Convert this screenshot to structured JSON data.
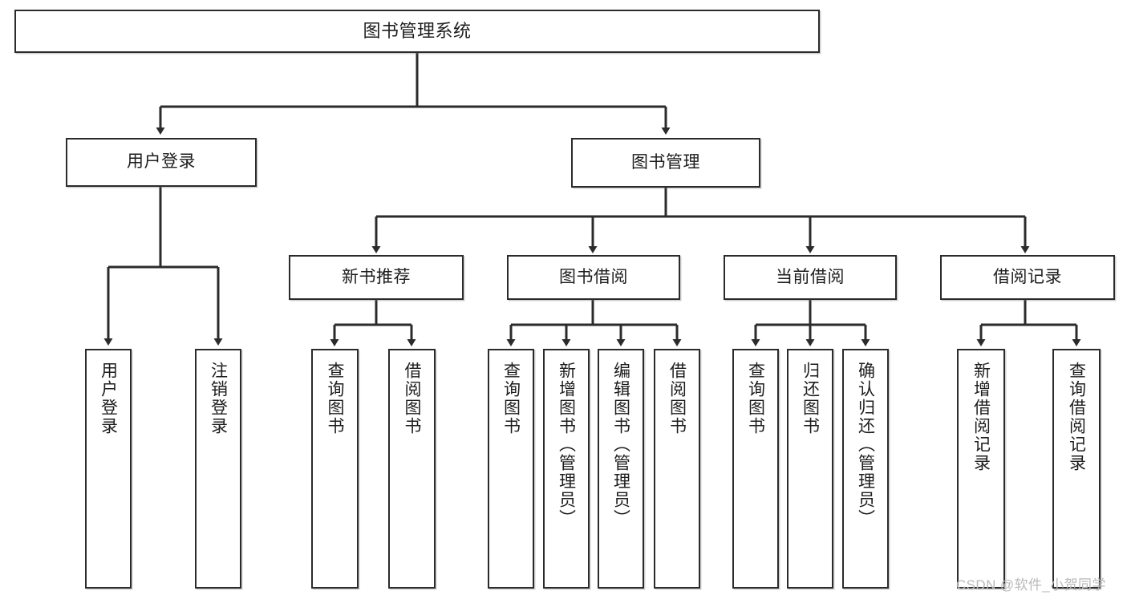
{
  "diagram": {
    "title": "图书管理系统",
    "type": "tree",
    "root": {
      "label": "图书管理系统"
    },
    "level1": [
      {
        "label": "用户登录"
      },
      {
        "label": "图书管理"
      }
    ],
    "level2": [
      {
        "label": "新书推荐"
      },
      {
        "label": "图书借阅"
      },
      {
        "label": "当前借阅"
      },
      {
        "label": "借阅记录"
      }
    ],
    "leaves": {
      "user_login": [
        {
          "label": "用户登录"
        },
        {
          "label": "注销登录"
        }
      ],
      "new_book_recommend": [
        {
          "label": "查询图书"
        },
        {
          "label": "借阅图书"
        }
      ],
      "book_borrow": [
        {
          "label": "查询图书"
        },
        {
          "label": "新增图书（管理员）"
        },
        {
          "label": "编辑图书（管理员）"
        },
        {
          "label": "借阅图书"
        }
      ],
      "current_borrow": [
        {
          "label": "查询图书"
        },
        {
          "label": "归还图书"
        },
        {
          "label": "确认归还（管理员）"
        }
      ],
      "borrow_record": [
        {
          "label": "新增借阅记录"
        },
        {
          "label": "查询借阅记录"
        }
      ]
    }
  },
  "watermark": {
    "text": "CSDN @软件_小贺同学"
  },
  "colors": {
    "stroke": "#2b2b2b",
    "box_fill": "#ffffff",
    "text": "#1d1d1d",
    "watermark": "#b9b9b9",
    "background": "#ffffff"
  }
}
